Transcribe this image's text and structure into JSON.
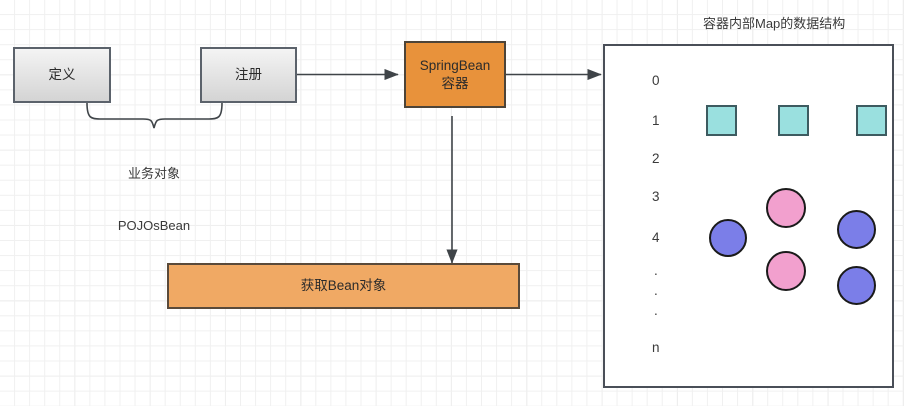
{
  "diagram": {
    "title_text": "容器内部Map的数据结构",
    "colors": {
      "gray_box_fill": "#d4d4d4",
      "gray_box_border": "#5b626b",
      "orange_box_fill": "#e8923b",
      "orange_bar_fill": "#f0a964",
      "panel_border": "#4a4f58",
      "linked_node_fill": "#9ae0df",
      "tree_blue_fill": "#7b7ee8",
      "tree_pink_fill": "#f2a0ce",
      "arrow_stroke": "#3f4448",
      "grid_minor": "#f0f0f0",
      "grid_major": "#e6e6e6"
    },
    "boxes": {
      "define": "定义",
      "register": "注册",
      "container_line1": "SpringBean",
      "container_line2": "容器",
      "get_bean": "获取Bean对象"
    },
    "brace_label_line1": "业务对象",
    "brace_label_line2": "POJOsBean",
    "panel": {
      "title": "容器内部Map的数据结构",
      "indices": [
        "0",
        "1",
        "2",
        "3",
        "4",
        ".",
        ".",
        ".",
        "n"
      ],
      "linked_list_row": "1",
      "linked_list_node_count": 3,
      "tree_row": "4",
      "tree_node_colors": [
        "blue",
        "pink",
        "pink",
        "blue",
        "blue"
      ]
    }
  }
}
